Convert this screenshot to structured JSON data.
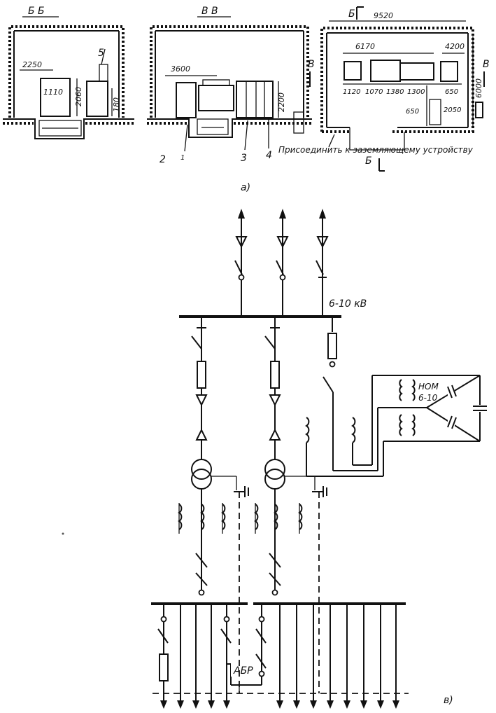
{
  "figure_a": {
    "caption": "а)",
    "section_bb": {
      "title": "Б Б",
      "dim_width": "2250",
      "dim_cabinet": "1110",
      "dim_height": "2060",
      "dim_side": "180",
      "label_5": "5"
    },
    "section_vv": {
      "title": "В В",
      "dim_width": "3600",
      "dim_height": "2200",
      "labels": [
        "2",
        "1",
        "3",
        "4"
      ]
    },
    "plan": {
      "cut_label_top": "Б",
      "cut_label_bottom": "Б",
      "cut_label_left": "В",
      "cut_label_right": "В",
      "dim_total": "9520",
      "dim_inner": "6170",
      "dim_right_top": "4200",
      "dim_depth": "6000",
      "dim_segments": [
        "1120",
        "1070",
        "1380",
        "1300"
      ],
      "dim_650_a": "650",
      "dim_650_b": "650",
      "dim_2050": "2050",
      "ground_note": "Присоединить к заземляющему устройству"
    }
  },
  "figure_v": {
    "caption": "в)",
    "hv_bus_label": "6-10 кВ",
    "vt_label_line1": "НОМ",
    "vt_label_line2": "6-10",
    "abr_label": "АБР"
  }
}
